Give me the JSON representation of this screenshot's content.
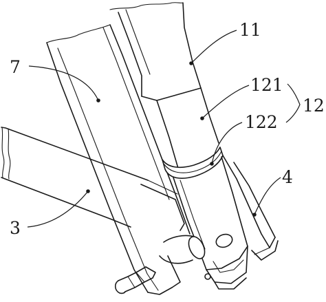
{
  "labels": {
    "l11": "11",
    "l121": "121",
    "l122": "122",
    "l12": "12",
    "l7": "7",
    "l4": "4",
    "l3": "3"
  },
  "colors": {
    "line": "#1a1a1a",
    "background": "#ffffff"
  }
}
